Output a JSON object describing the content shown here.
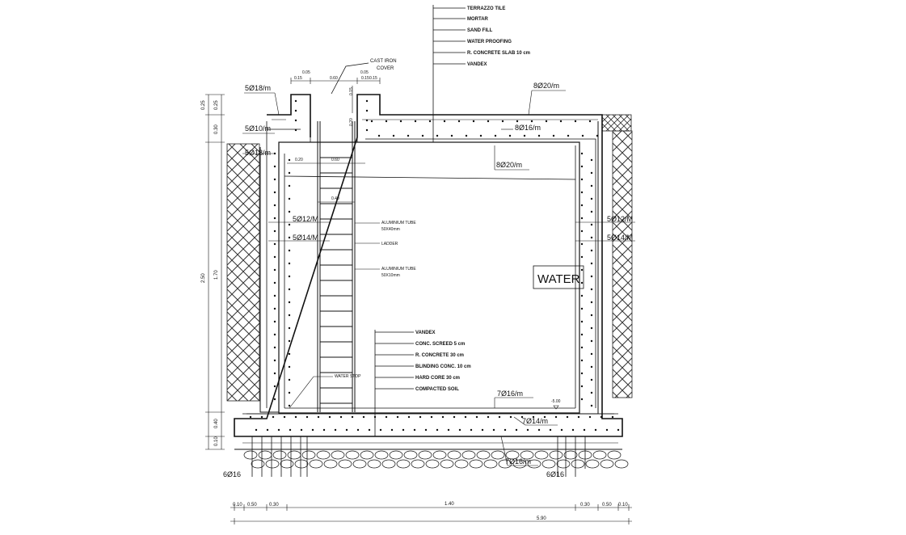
{
  "layer_labels_top": [
    "TERRAZZO TILE",
    "MORTAR",
    "SAND FILL",
    "WATER PROOFING",
    "R. CONCRETE SLAB 10 cm",
    "VANDEX"
  ],
  "layer_labels_bottom": [
    "VANDEX",
    "CONC. SCREED 5 cm",
    "R. CONCRETE 30 cm",
    "BLINDING CONC. 10 cm",
    "HARD CORE 30 cm",
    "COMPACTED SOIL"
  ],
  "cover_label": [
    "CAST IRON",
    "COVER"
  ],
  "water_label": "WATER",
  "rebar_labels": {
    "top_left_top": "5Ø18/m",
    "top_left_mid": "5Ø10/m",
    "top_left_low": "5Ø18/m",
    "top_right_top": "8Ø20/m",
    "slab_mid": "8Ø16/m",
    "slab_bottom": "8Ø20/m",
    "left_wall_1": "5Ø12/M",
    "left_wall_2": "5Ø14/M",
    "right_wall_1": "5Ø12/M",
    "right_wall_2": "5Ø14/M",
    "base_top": "7Ø16/m",
    "base_mid": "7Ø14/m",
    "base_bottom": "7Ø16/m",
    "left_foot": "6Ø16",
    "right_foot": "6Ø16"
  },
  "ladder_labels": {
    "tube_top": [
      "ALUMINIUM TUBE",
      "50X40mm"
    ],
    "ladder": "LADDER",
    "tube_mid": [
      "ALUMINIUM TUBE",
      "50X10mm"
    ],
    "water_stop": "WATER STOP"
  },
  "level_mark": "-5.00",
  "dims_top": [
    "0.05",
    "0.15",
    "0.60",
    "0.05",
    "0.15",
    "0.15"
  ],
  "dims_vertical_left": [
    "0.25",
    "0.25",
    "0.30",
    "2.50",
    "1.70",
    "0.40",
    "0.10"
  ],
  "dims_vertical_inner": [
    "0.20",
    "0.15"
  ],
  "dims_ladder": [
    "0.20",
    "0.60",
    "0.40"
  ],
  "dims_bottom_row1_left": [
    "0.10",
    "0.50",
    "0.30"
  ],
  "dims_bottom_row1_mid": "1.40",
  "dims_bottom_row1_right": [
    "0.30",
    "0.50",
    "0.10"
  ],
  "dims_bottom_total": "5.90"
}
